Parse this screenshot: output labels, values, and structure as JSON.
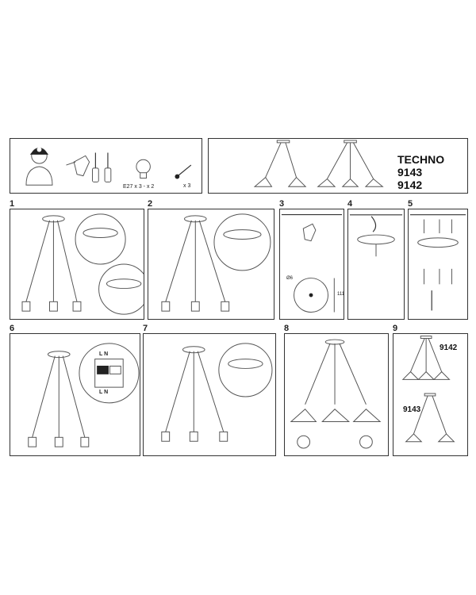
{
  "header": {
    "product_name": "TECHNO",
    "model_a": "9143",
    "model_b": "9142"
  },
  "tools_panel": {
    "bulb_label": "E27 x 3 - x 2",
    "screws_label": "x 3"
  },
  "steps": [
    "1",
    "2",
    "3",
    "4",
    "5",
    "6",
    "7",
    "8",
    "9"
  ],
  "step3": {
    "dim_d": "Ø6",
    "dim_h": "111"
  },
  "step6": {
    "terminal_top": "L N",
    "terminal_bottom": "L N"
  },
  "step9": {
    "model_top": "9142",
    "model_bottom": "9143"
  }
}
